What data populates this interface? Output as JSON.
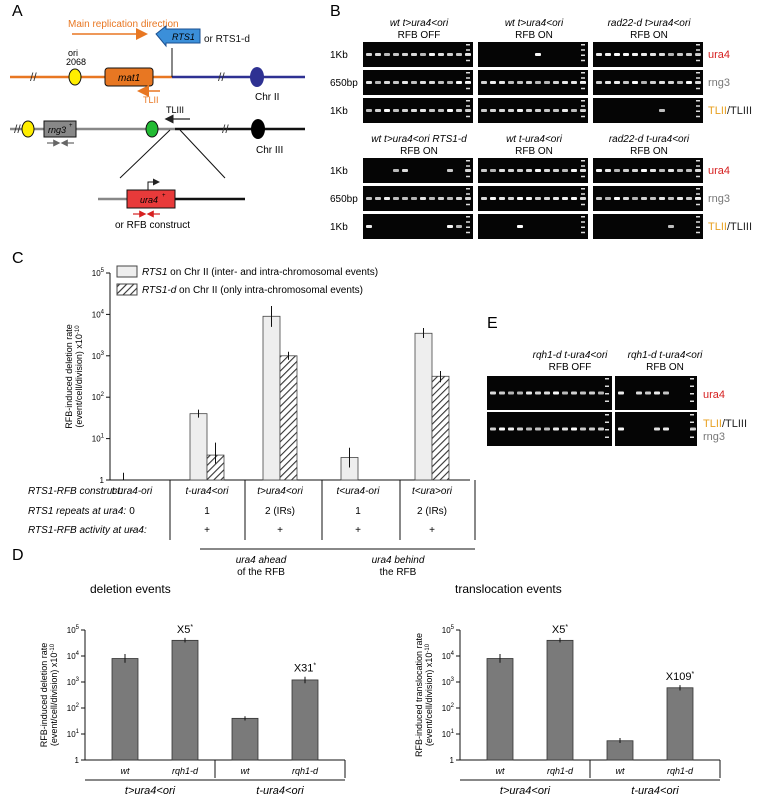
{
  "panels": {
    "a": "A",
    "b": "B",
    "c": "C",
    "d": "D",
    "e": "E"
  },
  "panel_a": {
    "main_direction": "Main replication direction",
    "rts1": "RTS1",
    "or_rts1d": "or RTS1-d",
    "ori": "ori",
    "ori_num": "2068",
    "mat1": "mat1",
    "tlii": "TLII",
    "chr2": "Chr II",
    "rng3": "rng3",
    "rng3_sup": "+",
    "tliii": "TLIII",
    "chr3": "Chr III",
    "ura4": "ura4",
    "ura4_sup": "+",
    "or_rfb": "or RFB construct",
    "colors": {
      "chr2_left": "#e87722",
      "chr2_right": "#2e3192",
      "rts1_fill": "#3b8fd9",
      "mat1_fill": "#e87722",
      "ura4_fill": "#e83a3a",
      "ori_fill": "#ffee00",
      "green_fill": "#22bb33",
      "black_fill": "#000000",
      "blue_oval": "#2e3192"
    }
  },
  "panel_b": {
    "top_groups": [
      {
        "l1": "wt t>ura4<ori",
        "l2": "RFB OFF"
      },
      {
        "l1": "wt t>ura4<ori",
        "l2": "RFB ON"
      },
      {
        "l1": "rad22-d t>ura4<ori",
        "l2": "RFB ON"
      }
    ],
    "bottom_groups": [
      {
        "l1": "wt t>ura4<ori RTS1-d",
        "l2": "RFB ON"
      },
      {
        "l1": "wt t-ura4<ori",
        "l2": "RFB ON"
      },
      {
        "l1": "rad22-d t-ura4<ori",
        "l2": "RFB ON"
      }
    ],
    "size_1kb": "1Kb",
    "size_650": "650bp",
    "label_ura4": "ura4",
    "label_rng3": "rng3",
    "label_tlii": "TLII",
    "label_tliii": "/TLIII",
    "colors": {
      "ura4": "#d62020",
      "rng3": "#777777",
      "tlii": "#e8a020",
      "tliii": "#222222"
    }
  },
  "panel_e": {
    "g1_l1": "rqh1-d t-ura4<ori",
    "g1_l2": "RFB OFF",
    "g2_l1": "rqh1-d t-ura4<ori",
    "g2_l2": "RFB ON",
    "label_ura4": "ura4",
    "label_tlii": "TLII",
    "label_tliii": "/TLIII",
    "label_rng3": "rng3"
  },
  "chart_data": [
    {
      "type": "bar",
      "panel": "C",
      "legend": [
        {
          "name": "RTS1",
          "suffix": " on Chr II (inter- and intra-chromosomal events)"
        },
        {
          "name": "RTS1-d",
          "suffix": "  on Chr II (only intra-chromosomal events)"
        }
      ],
      "ylabel1": "RFB-induced deletion rate",
      "ylabel2": "(event/cell/division) x10",
      "ylabel_exp": "-10",
      "ylim": [
        1,
        100000
      ],
      "yscale": "log",
      "yticks": [
        {
          "base": "1",
          "exp": ""
        },
        {
          "base": "10",
          "exp": "1"
        },
        {
          "base": "10",
          "exp": "2"
        },
        {
          "base": "10",
          "exp": "3"
        },
        {
          "base": "10",
          "exp": "4"
        },
        {
          "base": "10",
          "exp": "5"
        }
      ],
      "row_labels": [
        {
          "name": "RTS1",
          "suffix": "-RFB construct:"
        },
        {
          "name": "RTS1",
          "suffix": " repeats at ura4:"
        },
        {
          "name": "RTS1",
          "suffix": "-RFB activity at ura4:"
        }
      ],
      "categories": [
        {
          "construct": "t-ura4-ori",
          "repeats": "0",
          "activity": "-"
        },
        {
          "construct": "t-ura4<ori",
          "repeats": "1",
          "activity": "+"
        },
        {
          "construct": "t>ura4<ori",
          "repeats": "2 (IRs)",
          "activity": "+"
        },
        {
          "construct": "t<ura4-ori",
          "repeats": "1",
          "activity": "+"
        },
        {
          "construct": "t<ura>ori",
          "repeats": "2 (IRs)",
          "activity": "+"
        }
      ],
      "series": [
        {
          "name": "RTS1",
          "values": [
            1,
            40,
            9000,
            3.5,
            3500
          ],
          "err_low": [
            1,
            32,
            5000,
            2,
            2700
          ],
          "err_high": [
            1.5,
            50,
            16000,
            6,
            4700
          ]
        },
        {
          "name": "RTS1-d",
          "values": [
            null,
            4,
            1000,
            null,
            320
          ],
          "err_low": [
            null,
            2.5,
            800,
            null,
            230
          ],
          "err_high": [
            null,
            8,
            1250,
            null,
            430
          ]
        }
      ],
      "group_labels": [
        {
          "l1": "ura4 ahead",
          "l2": "of the RFB"
        },
        {
          "l1": "ura4 behind",
          "l2": "the RFB"
        }
      ]
    },
    {
      "type": "bar",
      "panel": "D-left",
      "title": "deletion events",
      "ylabel1": "RFB-induced deletion rate",
      "ylabel2": "(event/cell/division) x10",
      "ylabel_exp": "-10",
      "ylim": [
        1,
        100000
      ],
      "yscale": "log",
      "yticks": [
        {
          "base": "1",
          "exp": ""
        },
        {
          "base": "10",
          "exp": "1"
        },
        {
          "base": "10",
          "exp": "2"
        },
        {
          "base": "10",
          "exp": "3"
        },
        {
          "base": "10",
          "exp": "4"
        },
        {
          "base": "10",
          "exp": "5"
        }
      ],
      "categories": [
        "wt",
        "rqh1-d",
        "wt",
        "rqh1-d"
      ],
      "groups": [
        "t>ura4<ori",
        "t-ura4<ori"
      ],
      "values": [
        8000,
        40000,
        40,
        1200
      ],
      "err_low": [
        5500,
        33000,
        33,
        900
      ],
      "err_high": [
        12000,
        50000,
        48,
        1600
      ],
      "annotations": [
        {
          "index": 1,
          "text": "X5",
          "star": "*"
        },
        {
          "index": 3,
          "text": "X31",
          "star": "*"
        }
      ],
      "color": "#7a7a7a"
    },
    {
      "type": "bar",
      "panel": "D-right",
      "title": "translocation events",
      "ylabel1": "RFB-induced translocation rate",
      "ylabel2": "(event/cell/division) x10",
      "ylabel_exp": "-10",
      "ylim": [
        1,
        100000
      ],
      "yscale": "log",
      "yticks": [
        {
          "base": "1",
          "exp": ""
        },
        {
          "base": "10",
          "exp": "1"
        },
        {
          "base": "10",
          "exp": "2"
        },
        {
          "base": "10",
          "exp": "3"
        },
        {
          "base": "10",
          "exp": "4"
        },
        {
          "base": "10",
          "exp": "5"
        }
      ],
      "categories": [
        "wt",
        "rqh1-d",
        "wt",
        "rqh1-d"
      ],
      "groups": [
        "t>ura4<ori",
        "t-ura4<ori"
      ],
      "values": [
        8000,
        40000,
        5.5,
        600
      ],
      "err_low": [
        5500,
        33000,
        4.5,
        470
      ],
      "err_high": [
        12000,
        50000,
        7,
        760
      ],
      "annotations": [
        {
          "index": 1,
          "text": "X5",
          "star": "*"
        },
        {
          "index": 3,
          "text": "X109",
          "star": "*"
        }
      ],
      "color": "#7a7a7a"
    }
  ]
}
